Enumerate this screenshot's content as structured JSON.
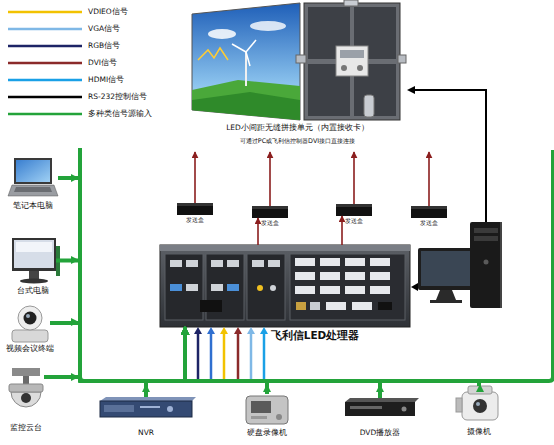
{
  "diagram": {
    "nodes": [
      {
        "text": [
          "LED小间距无缝拼接单元（内置接收卡）",
          "可通过PC或飞利信控制器DVI接口直接连接"
        ]
      },
      {
        "text": [
          "发送盒"
        ]
      },
      {
        "text": [
          "发送盒"
        ]
      },
      {
        "text": [
          "发送盒"
        ]
      },
      {
        "text": [
          "发送盒"
        ]
      },
      {
        "text": [
          "飞利信LED处理器"
        ]
      },
      {
        "text": [
          "笔记本电脑"
        ]
      },
      {
        "text": [
          "台式电脑"
        ]
      },
      {
        "text": [
          "视频会议终端"
        ]
      },
      {
        "text": [
          "监控云台"
        ]
      },
      {
        "text": [
          "NVR"
        ]
      },
      {
        "text": [
          "硬盘录像机"
        ]
      },
      {
        "text": [
          "DVD播放器"
        ]
      },
      {
        "text": [
          "摄像机"
        ]
      }
    ],
    "edges": [
      {
        "from": 1,
        "to": 0,
        "arrow": "to"
      },
      {
        "from": 2,
        "to": 0,
        "arrow": "to"
      },
      {
        "from": 3,
        "to": 0,
        "arrow": "to"
      },
      {
        "from": 4,
        "to": 0,
        "arrow": "to"
      },
      {
        "from": 5,
        "to": 2,
        "arrow": "to"
      },
      {
        "from": 5,
        "to": 3,
        "arrow": "to"
      },
      {
        "from": 6,
        "to": 5,
        "arrow": "to"
      },
      {
        "from": 7,
        "to": 5,
        "arrow": "to"
      },
      {
        "from": 8,
        "to": 5,
        "arrow": "to"
      },
      {
        "from": 9,
        "to": 5,
        "arrow": "to"
      },
      {
        "from": 10,
        "to": 5,
        "arrow": "to"
      },
      {
        "from": 11,
        "to": 5,
        "arrow": "to"
      },
      {
        "from": 12,
        "to": 5,
        "arrow": "to"
      },
      {
        "from": 13,
        "to": 5,
        "arrow": "to"
      }
    ],
    "legend": [
      {
        "text": "VDIEO信号"
      },
      {
        "text": "VGA信号"
      },
      {
        "text": "RGB信号"
      },
      {
        "text": "DVI信号"
      },
      {
        "text": "HDMI信号"
      },
      {
        "text": "RS-232控制信号"
      },
      {
        "text": "多种类信号源输入"
      }
    ]
  }
}
